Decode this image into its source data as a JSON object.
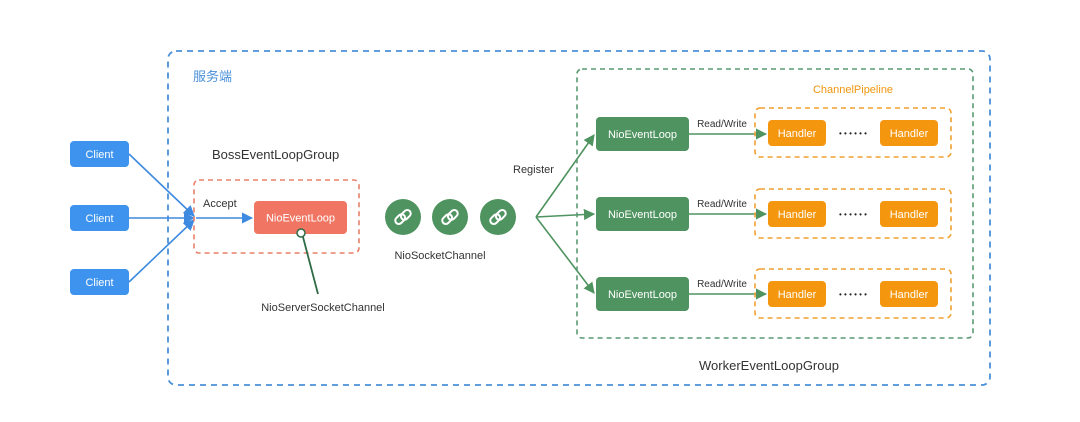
{
  "server": {
    "label": "服务端"
  },
  "clients": [
    "Client",
    "Client",
    "Client"
  ],
  "boss": {
    "group_label": "BossEventLoopGroup",
    "accept_label": "Accept",
    "loop_label": "NioEventLoop",
    "server_channel_label": "NioServerSocketChannel"
  },
  "socket_channel": {
    "label": "NioSocketChannel"
  },
  "register_label": "Register",
  "worker": {
    "group_label": "WorkerEventLoopGroup",
    "pipeline_label": "ChannelPipeline",
    "rows": [
      {
        "loop": "NioEventLoop",
        "rw": "Read/Write",
        "handlers": [
          "Handler",
          "Handler"
        ],
        "dots": "• • • • • •"
      },
      {
        "loop": "NioEventLoop",
        "rw": "Read/Write",
        "handlers": [
          "Handler",
          "Handler"
        ],
        "dots": "• • • • • •"
      },
      {
        "loop": "NioEventLoop",
        "rw": "Read/Write",
        "handlers": [
          "Handler",
          "Handler"
        ],
        "dots": "• • • • • •"
      }
    ]
  },
  "colors": {
    "server_border": "#4a90d9",
    "client": "#3d93ee",
    "boss_border": "#e8806a",
    "boss_loop": "#f07663",
    "channel": "#4f9360",
    "worker_border": "#5a9a72",
    "worker_loop": "#4f9360",
    "pipeline_border": "#f0a030",
    "handler": "#f5960f",
    "pipeline_text": "#f0960f",
    "arrow_blue": "#3d8ae0",
    "arrow_green": "#4f9360"
  }
}
